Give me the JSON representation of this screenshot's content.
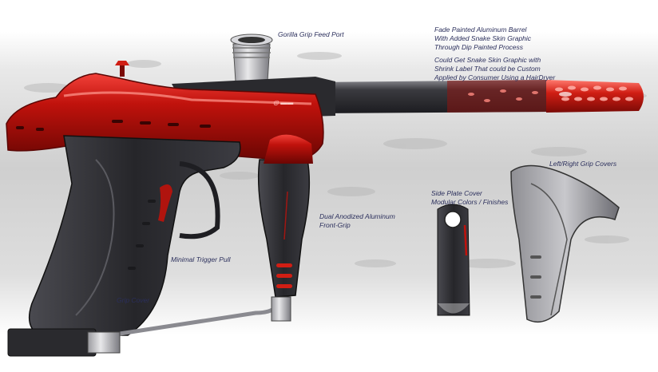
{
  "annotations": {
    "feed_port": "Gorilla Grip Feed Port",
    "barrel": [
      "Fade Painted Aluminum Barrel",
      "With Added Snake Skin Graphic",
      "Through Dip Painted Process"
    ],
    "shrink_label": [
      "Could Get Snake Skin Graphic with",
      "Shrink Label That could be Custom",
      "Applied by Consumer Using a HairDryer"
    ],
    "grip_covers": "Left/Right Grip Covers",
    "side_plate": [
      "Side Plate Cover",
      "Modular Colors / Finishes"
    ],
    "front_grip": [
      "Dual Anodized Aluminum",
      "Front-Grip"
    ],
    "trigger": "Minimal Trigger Pull",
    "grip_cover": "Grip Cover"
  },
  "colors": {
    "body_red": "#c0120c",
    "body_dark": "#2a2a2e",
    "ink": "#2b2f5c",
    "barrel_grey": "#4a4a4f"
  }
}
